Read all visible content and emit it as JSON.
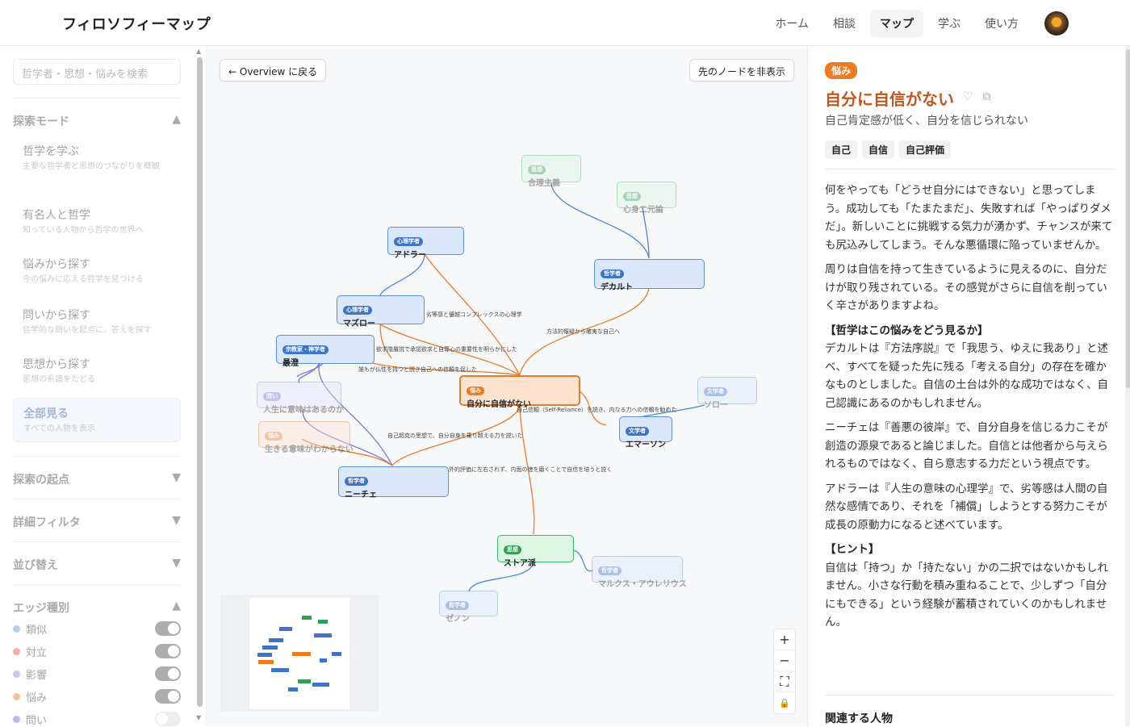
{
  "header": {
    "title": "フィロソフィーマップ",
    "nav": [
      "ホーム",
      "相談",
      "マップ",
      "学ぶ",
      "使い方"
    ],
    "active_nav": "マップ"
  },
  "sidebar": {
    "search_placeholder": "哲学者・思想・悩みを検索",
    "explore_mode_label": "探索モード",
    "modes": [
      {
        "title": "哲学を学ぶ",
        "sub": "主要な哲学者と思想のつながりを概観"
      },
      {
        "title": "有名人と哲学",
        "sub": "知っている人物から哲学の世界へ"
      },
      {
        "title": "悩みから探す",
        "sub": "今の悩みに応える哲学を見つける"
      },
      {
        "title": "問いから探す",
        "sub": "哲学的な問いを起点に、答えを探す"
      },
      {
        "title": "思想から探す",
        "sub": "思想の系譜をたどる"
      },
      {
        "title": "全部見る",
        "sub": "すべての人物を表示"
      }
    ],
    "origin_label": "探索の起点",
    "filter_label": "詳細フィルタ",
    "sort_label": "並び替え",
    "edge_types_label": "エッジ種別",
    "edge_types": [
      {
        "label": "類似",
        "color": "#5b8fd9",
        "on": true
      },
      {
        "label": "対立",
        "color": "#e05050",
        "on": true
      },
      {
        "label": "影響",
        "color": "#9a7ce0",
        "on": true
      },
      {
        "label": "悩み",
        "color": "#ee7a22",
        "on": true
      },
      {
        "label": "問い",
        "color": "#6d66d9",
        "on": false
      }
    ]
  },
  "canvas": {
    "back_button": "← Overview に戻る",
    "hide_button": "先のノードを非表示",
    "nodes": {
      "rationalism": {
        "badge": "思想",
        "name": "合理主義"
      },
      "dualism": {
        "badge": "思想",
        "name": "心身二元論"
      },
      "adler": {
        "badge": "心理学者",
        "name": "アドラー"
      },
      "descartes": {
        "badge": "哲学者",
        "name": "デカルト"
      },
      "maslow": {
        "badge": "心理学者",
        "name": "マズロー"
      },
      "saicho": {
        "badge": "宗教家・神学者",
        "name": "最澄"
      },
      "meaning_q": {
        "badge": "問い",
        "name": "人生に意味はあるのか"
      },
      "center": {
        "badge": "悩み",
        "name": "自分に自信がない"
      },
      "thoreau": {
        "badge": "文学者",
        "name": "ソロー"
      },
      "emerson": {
        "badge": "文学者",
        "name": "エマーソン"
      },
      "meaning_w": {
        "badge": "悩み",
        "name": "生きる意味がわからない"
      },
      "nietzsche": {
        "badge": "哲学者",
        "name": "ニーチェ"
      },
      "stoic": {
        "badge": "思想",
        "name": "ストア派"
      },
      "marcus": {
        "badge": "哲学者",
        "name": "マルクス・アウレリウス"
      },
      "zeno": {
        "badge": "哲学者",
        "name": "ゼノン"
      }
    },
    "edge_labels": {
      "adler": "劣等感と優越コンプレックスの心理学",
      "descartes": "方法的懐疑から確実な自己へ",
      "maslow": "欲求階層説で承認欲求と自尊心の重要性を明らかにした",
      "saicho": "誰もが仏性を持つと説き自己への信頼を促した",
      "emerson": "自己信頼（Self-Reliance）を説き、内なる力への信頼を勧めた",
      "nietzsche": "自己超克の思想で、自分自身を乗り越える力を説いた",
      "stoic": "外的評価に左右されず、内面の徳を磨くことで自信を培うと説く"
    }
  },
  "panel": {
    "badge": "悩み",
    "title": "自分に自信がない",
    "subtitle": "自己肯定感が低く、自分を信じられない",
    "tags": [
      "自己",
      "自信",
      "自己評価"
    ],
    "paragraphs": [
      "何をやっても「どうせ自分にはできない」と思ってしまう。成功しても「たまたまだ」、失敗すれば「やっぱりダメだ」。新しいことに挑戦する気力が湧かず、チャンスが来ても尻込みしてしまう。そんな悪循環に陥っていませんか。",
      "周りは自信を持って生きているように見えるのに、自分だけが取り残されている。その感覚がさらに自信を削っていく辛さがありますよね。"
    ],
    "philosophy_heading": "【哲学はこの悩みをどう見るか】",
    "philosophy_paragraphs": [
      "デカルトは『方法序説』で「我思う、ゆえに我あり」と述べ、すべてを疑った先に残る「考える自分」の存在を確かなものとしました。自信の土台は外的な成功ではなく、自己認識にあるのかもしれません。",
      "ニーチェは『善悪の彼岸』で、自分自身を信じる力こそが創造の源泉であると論じました。自信とは他者から与えられるものではなく、自ら意志する力だという視点です。",
      "アドラーは『人生の意味の心理学』で、劣等感は人間の自然な感情であり、それを「補償」しようとする努力こそが成長の原動力になると述べています。"
    ],
    "hint_heading": "【ヒント】",
    "hint_text": "自信は「持つ」か「持たない」かの二択ではないかもしれません。小さな行動を積み重ねることで、少しずつ「自分にもできる」という経験が蓄積されていくのかもしれません。",
    "related_heading": "関連する人物"
  }
}
